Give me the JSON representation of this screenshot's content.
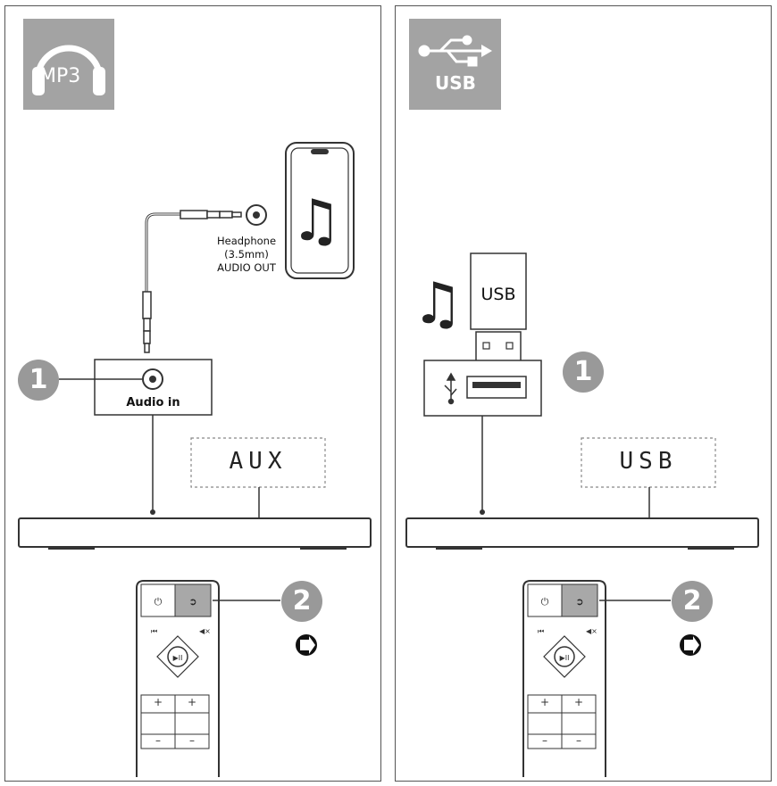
{
  "mp3_panel": {
    "badge_label": "MP3",
    "badge_icon": "headphones-icon",
    "phone_port_label_1": "Headphone",
    "phone_port_label_2": "(3.5mm)",
    "phone_port_label_3": "AUDIO OUT",
    "jack_label": "Audio in",
    "step1": "1",
    "step2": "2",
    "display_text": "AUX"
  },
  "usb_panel": {
    "badge_label": "USB",
    "badge_icon": "usb-icon",
    "stick_label": "USB",
    "step1": "1",
    "step2": "2",
    "display_text": "USB"
  },
  "colors": {
    "badge_bg": "#a3a3a3",
    "step_bg": "#999999",
    "remote_key_active": "#a8a8a8"
  }
}
